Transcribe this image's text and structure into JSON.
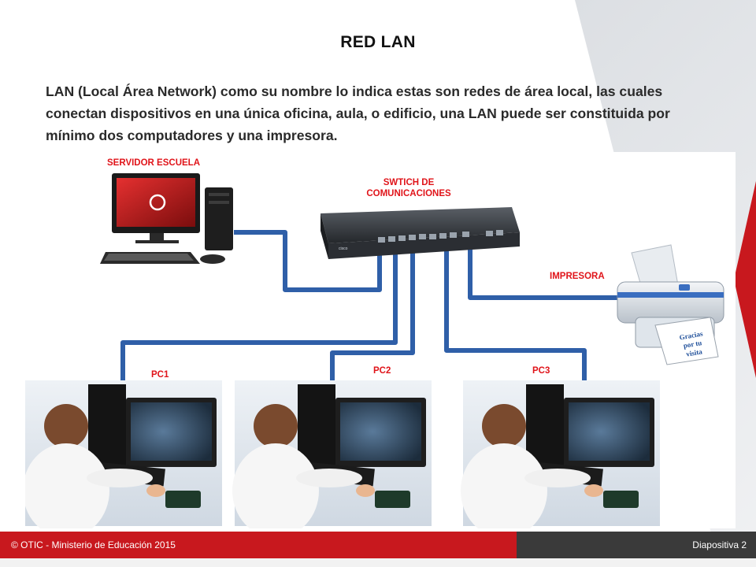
{
  "slide": {
    "title": "RED LAN",
    "body": "LAN (Local Área Network) como su nombre lo indica estas son redes de área local, las cuales conectan dispositivos en una única oficina, aula, o edificio, una LAN puede ser constituida por mínimo dos computadores y una impresora."
  },
  "diagram": {
    "server_label": "SERVIDOR ESCUELA",
    "switch_label_line1": "SWTICH DE",
    "switch_label_line2": "COMUNICACIONES",
    "printer_label": "IMPRESORA",
    "paper_text_line1": "Gracias",
    "paper_text_line2": "por tu",
    "paper_text_line3": "visita",
    "pc_labels": [
      "PC1",
      "PC2",
      "PC3"
    ],
    "colors": {
      "cable": "#2f5fa8",
      "label": "#e0141a",
      "accent_red": "#c8181e"
    }
  },
  "footer": {
    "copyright": "© OTIC - Ministerio de Educación 2015",
    "slide_number": "Diapositiva 2"
  }
}
